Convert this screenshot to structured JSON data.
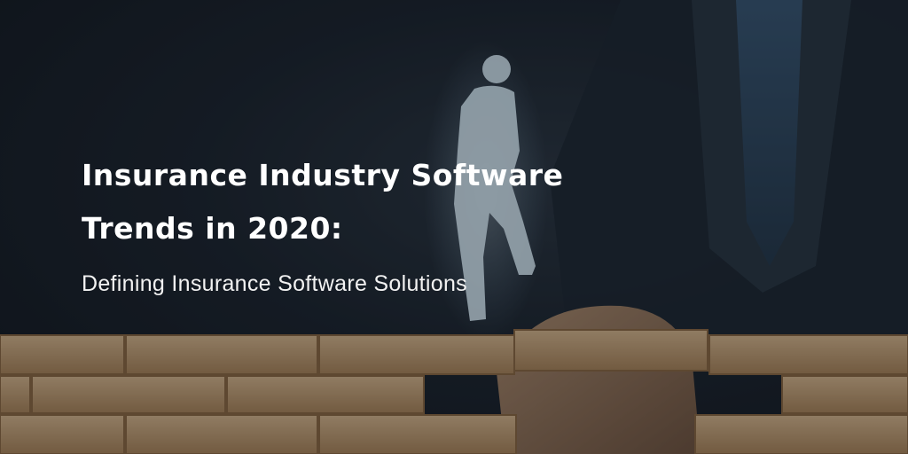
{
  "banner": {
    "headline_line1": "Insurance Industry Software",
    "headline_line2": "Trends in 2020:",
    "subtitle": "Defining Insurance Software Solutions"
  },
  "colors": {
    "background": "#141a22",
    "text": "#ffffff",
    "wood": "#c9a47a",
    "figure_glow": "#cfe6f5"
  }
}
